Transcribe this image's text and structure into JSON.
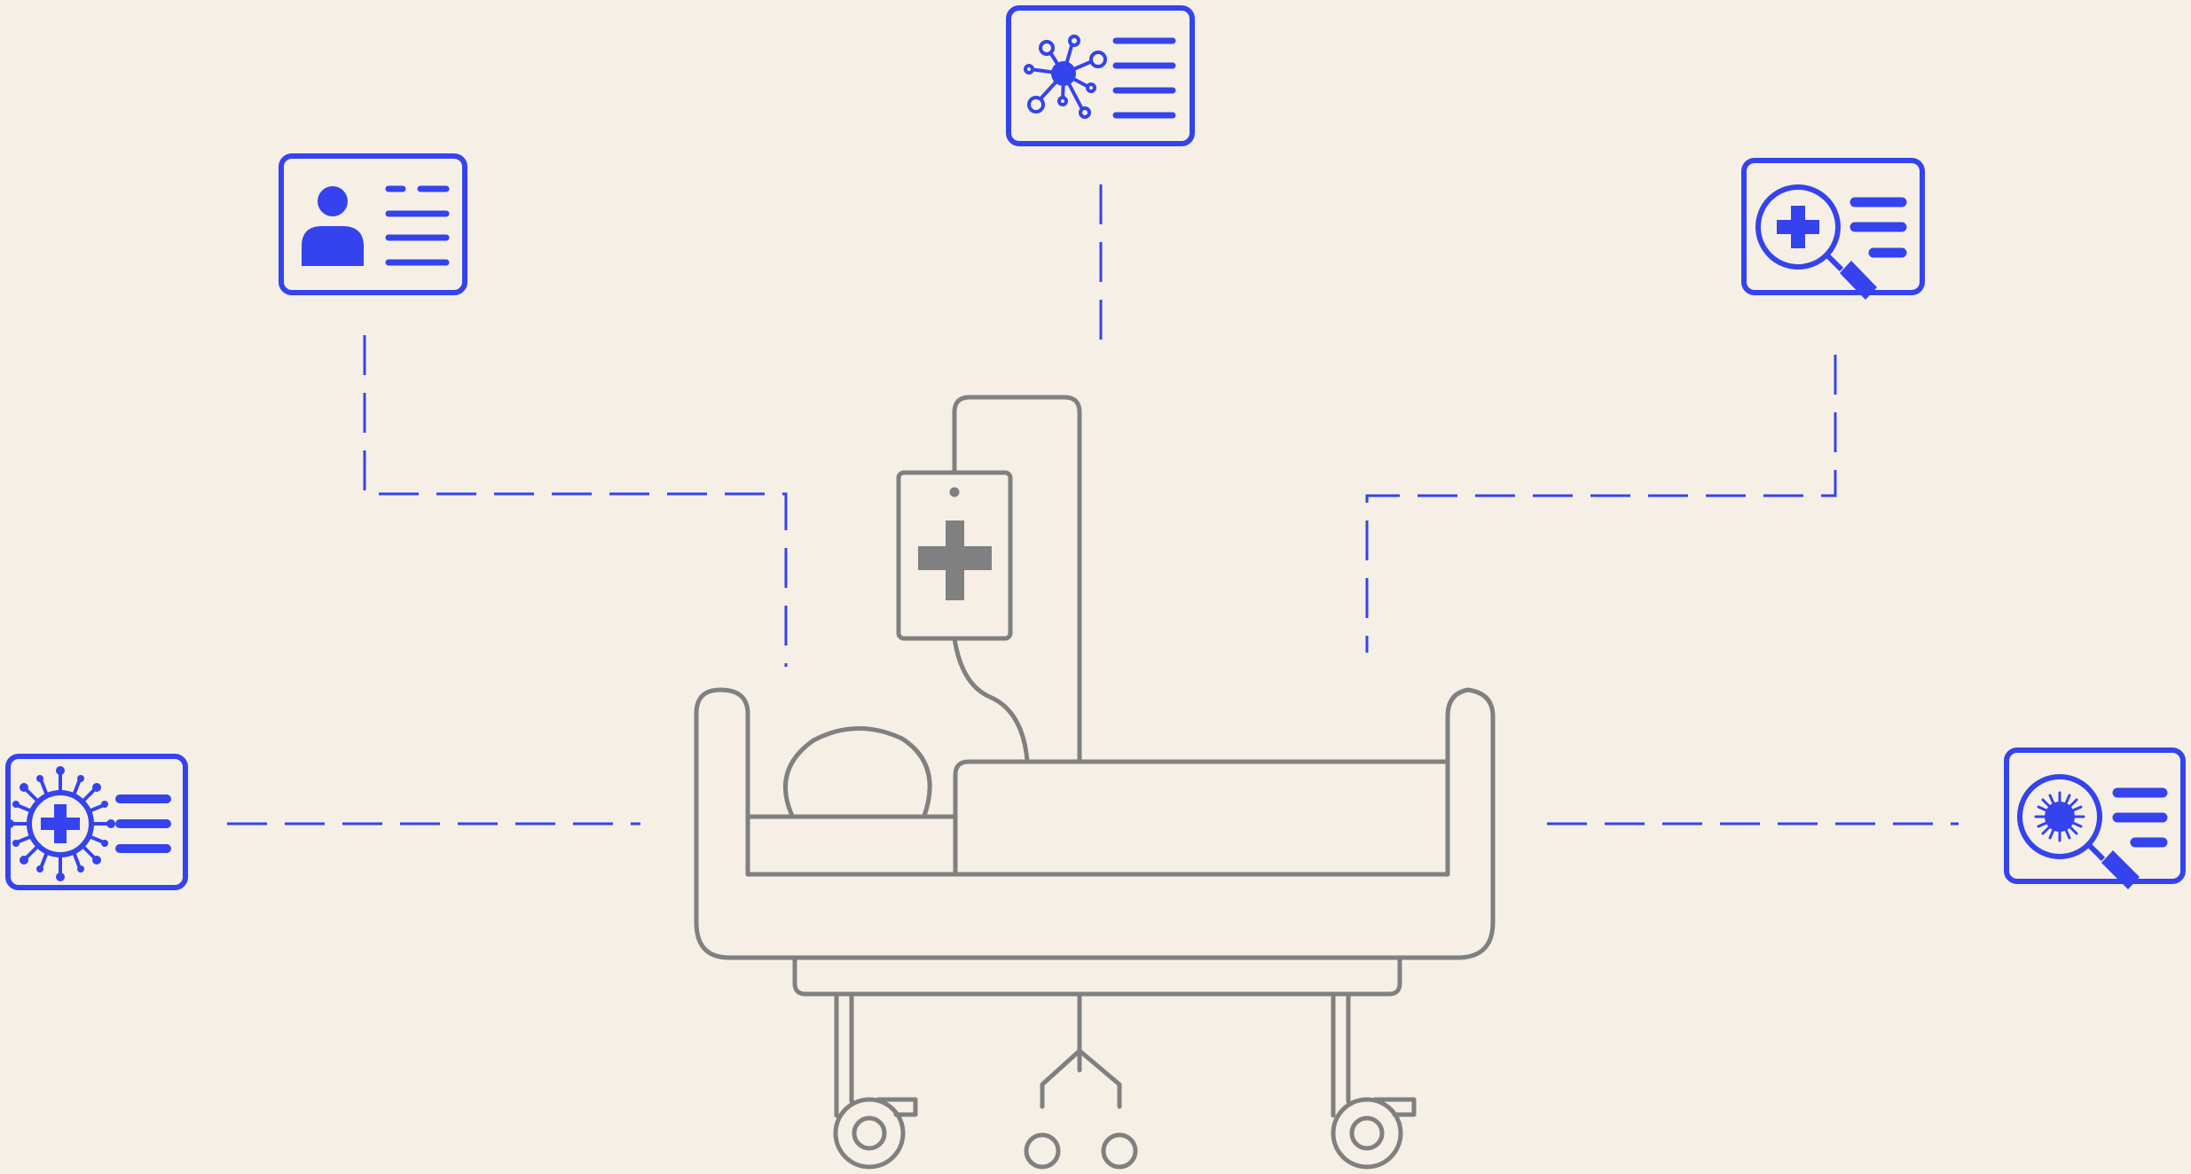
{
  "colors": {
    "background": "#f6efe6",
    "accent": "#3443ee",
    "bed_stroke": "#808080"
  },
  "diagram": {
    "center": {
      "icon": "hospital-bed-with-iv-drip-icon"
    },
    "cards": [
      {
        "id": "patient-id",
        "icon": "patient-id-card-icon"
      },
      {
        "id": "virus-network",
        "icon": "virus-network-report-icon"
      },
      {
        "id": "medical-search",
        "icon": "medical-search-report-icon"
      },
      {
        "id": "virus-health",
        "icon": "virus-medical-card-icon"
      },
      {
        "id": "virus-search",
        "icon": "virus-search-report-icon"
      }
    ]
  }
}
